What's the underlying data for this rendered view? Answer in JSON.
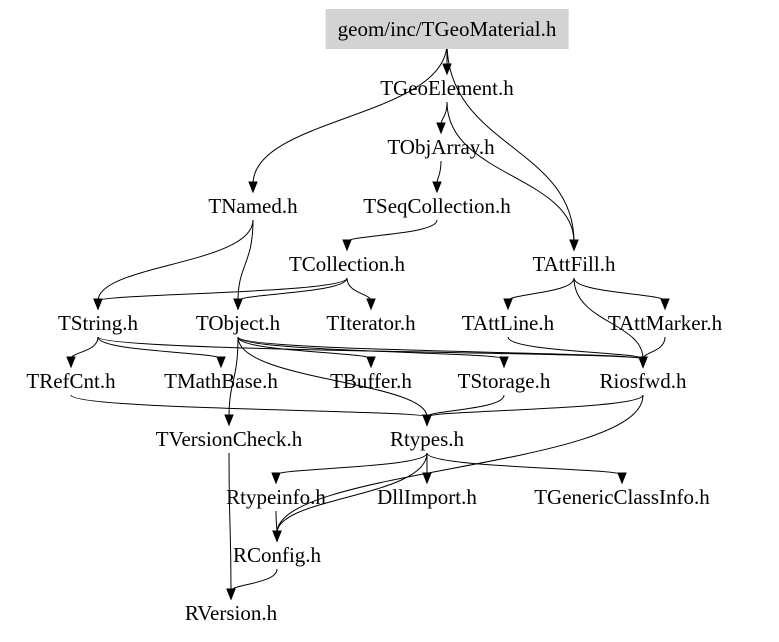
{
  "graph": {
    "title": "geom/inc/TGeoMaterial.h",
    "root_fill": "#d3d3d3",
    "nodes": [
      {
        "id": "root",
        "label": "geom/inc/TGeoMaterial.h"
      },
      {
        "id": "TGeoElement",
        "label": "TGeoElement.h"
      },
      {
        "id": "TObjArray",
        "label": "TObjArray.h"
      },
      {
        "id": "TNamed",
        "label": "TNamed.h"
      },
      {
        "id": "TSeqCollection",
        "label": "TSeqCollection.h"
      },
      {
        "id": "TCollection",
        "label": "TCollection.h"
      },
      {
        "id": "TAttFill",
        "label": "TAttFill.h"
      },
      {
        "id": "TString",
        "label": "TString.h"
      },
      {
        "id": "TObject",
        "label": "TObject.h"
      },
      {
        "id": "TIterator",
        "label": "TIterator.h"
      },
      {
        "id": "TAttLine",
        "label": "TAttLine.h"
      },
      {
        "id": "TAttMarker",
        "label": "TAttMarker.h"
      },
      {
        "id": "TRefCnt",
        "label": "TRefCnt.h"
      },
      {
        "id": "TMathBase",
        "label": "TMathBase.h"
      },
      {
        "id": "TBuffer",
        "label": "TBuffer.h"
      },
      {
        "id": "TStorage",
        "label": "TStorage.h"
      },
      {
        "id": "Riosfwd",
        "label": "Riosfwd.h"
      },
      {
        "id": "TVersionCheck",
        "label": "TVersionCheck.h"
      },
      {
        "id": "Rtypes",
        "label": "Rtypes.h"
      },
      {
        "id": "Rtypeinfo",
        "label": "Rtypeinfo.h"
      },
      {
        "id": "DllImport",
        "label": "DllImport.h"
      },
      {
        "id": "TGenericClassInfo",
        "label": "TGenericClassInfo.h"
      },
      {
        "id": "RConfig",
        "label": "RConfig.h"
      },
      {
        "id": "RVersion",
        "label": "RVersion.h"
      }
    ],
    "edges": [
      [
        "root",
        "TGeoElement"
      ],
      [
        "root",
        "TNamed"
      ],
      [
        "root",
        "TAttFill"
      ],
      [
        "TGeoElement",
        "TObjArray"
      ],
      [
        "TGeoElement",
        "TAttFill"
      ],
      [
        "TObjArray",
        "TSeqCollection"
      ],
      [
        "TSeqCollection",
        "TCollection"
      ],
      [
        "TNamed",
        "TString"
      ],
      [
        "TNamed",
        "TObject"
      ],
      [
        "TCollection",
        "TString"
      ],
      [
        "TCollection",
        "TObject"
      ],
      [
        "TCollection",
        "TIterator"
      ],
      [
        "TAttFill",
        "TAttLine"
      ],
      [
        "TAttFill",
        "TAttMarker"
      ],
      [
        "TAttFill",
        "Riosfwd"
      ],
      [
        "TString",
        "TRefCnt"
      ],
      [
        "TString",
        "TMathBase"
      ],
      [
        "TString",
        "Riosfwd"
      ],
      [
        "TObject",
        "TBuffer"
      ],
      [
        "TObject",
        "TStorage"
      ],
      [
        "TObject",
        "Riosfwd"
      ],
      [
        "TObject",
        "TVersionCheck"
      ],
      [
        "TObject",
        "Rtypes"
      ],
      [
        "TAttLine",
        "Riosfwd"
      ],
      [
        "TAttMarker",
        "Riosfwd"
      ],
      [
        "TRefCnt",
        "Rtypes"
      ],
      [
        "TStorage",
        "Rtypes"
      ],
      [
        "Riosfwd",
        "Rtypes"
      ],
      [
        "Riosfwd",
        "RConfig"
      ],
      [
        "Rtypes",
        "Rtypeinfo"
      ],
      [
        "Rtypes",
        "DllImport"
      ],
      [
        "Rtypes",
        "TGenericClassInfo"
      ],
      [
        "Rtypes",
        "RConfig"
      ],
      [
        "Rtypeinfo",
        "RConfig"
      ],
      [
        "RConfig",
        "RVersion"
      ],
      [
        "TVersionCheck",
        "RVersion"
      ]
    ]
  }
}
